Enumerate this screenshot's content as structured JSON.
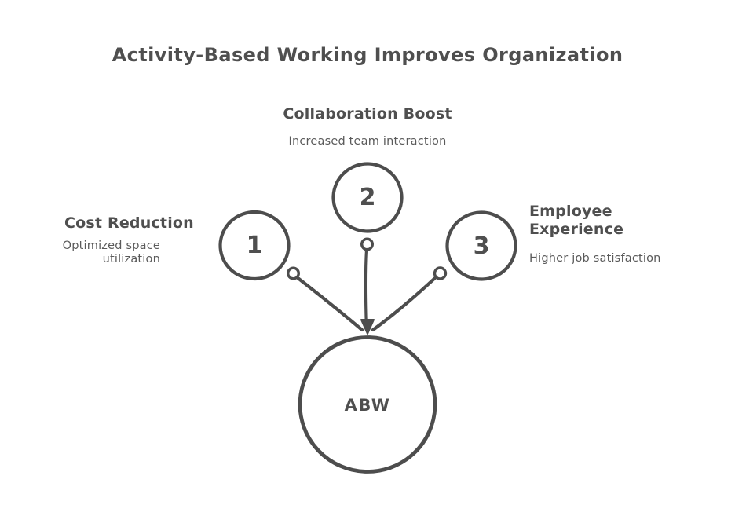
{
  "title": "Activity-Based Working Improves Organization",
  "colors": {
    "background": "#ffffff",
    "stroke": "#4d4d4d",
    "title_text": "#4f4f4f",
    "label_text": "#4f4f4f",
    "subtitle_text": "#5a5a5a"
  },
  "center_node": {
    "label": "ABW"
  },
  "nodes": [
    {
      "number": "1",
      "title": "Cost Reduction",
      "subtitle": "Optimized space utilization"
    },
    {
      "number": "2",
      "title": "Collaboration Boost",
      "subtitle": "Increased team interaction"
    },
    {
      "number": "3",
      "title": "Employee Experience",
      "subtitle": "Higher job satisfaction"
    }
  ]
}
